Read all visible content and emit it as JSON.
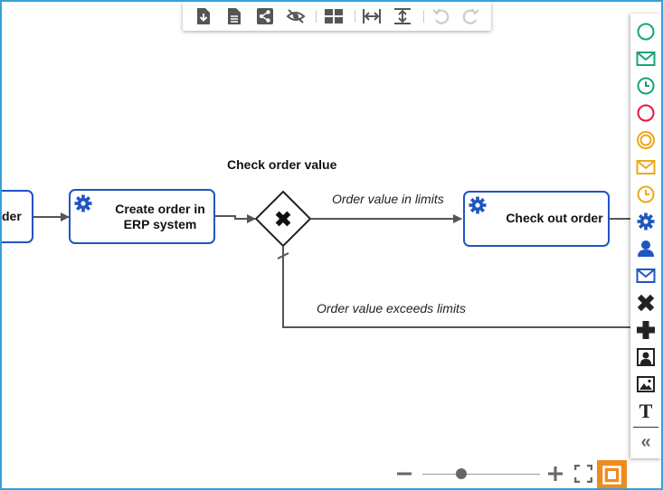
{
  "colors": {
    "frame": "#3aa0d8",
    "task_border": "#1f55c0",
    "accent_orange": "#f08c1e",
    "start_green": "#1aa37a",
    "end_red": "#e8173c",
    "intermediate_orange": "#f0a818",
    "activity_blue": "#1f55c0",
    "icon_gray": "#666666"
  },
  "toolbar": {
    "items": [
      {
        "name": "download-icon"
      },
      {
        "name": "document-icon"
      },
      {
        "name": "share-icon"
      },
      {
        "name": "hide-icon"
      },
      {
        "name": "layout-grid-icon"
      },
      {
        "name": "fit-width-icon"
      },
      {
        "name": "fit-height-icon"
      },
      {
        "name": "undo-icon"
      },
      {
        "name": "redo-icon"
      }
    ]
  },
  "diagram": {
    "tasks": {
      "partial": "der",
      "create_order": "Create order in ERP system",
      "check_out": "Check out order"
    },
    "gateway": {
      "label": "Check order value"
    },
    "flows": {
      "in_limits": "Order value in limits",
      "exceeds": "Order value exceeds limits"
    }
  },
  "palette": {
    "items": [
      {
        "name": "start-event-icon"
      },
      {
        "name": "message-start-event-icon"
      },
      {
        "name": "timer-start-event-icon"
      },
      {
        "name": "end-event-icon"
      },
      {
        "name": "intermediate-event-icon"
      },
      {
        "name": "message-intermediate-event-icon"
      },
      {
        "name": "timer-intermediate-event-icon"
      },
      {
        "name": "service-task-icon"
      },
      {
        "name": "user-task-icon"
      },
      {
        "name": "send-task-icon"
      },
      {
        "name": "exclusive-gateway-icon"
      },
      {
        "name": "parallel-gateway-icon"
      },
      {
        "name": "participant-icon"
      },
      {
        "name": "image-icon"
      },
      {
        "name": "text-icon"
      },
      {
        "name": "collapse-icon"
      }
    ],
    "text_glyph": "T",
    "collapse_glyph": "«"
  },
  "zoom": {
    "level": 0.33
  }
}
